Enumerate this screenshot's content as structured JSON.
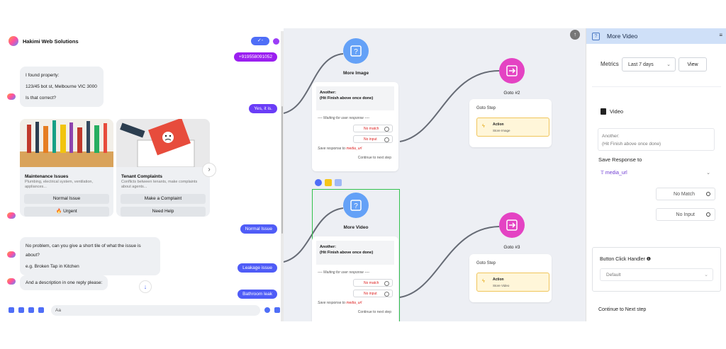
{
  "chat": {
    "title": "Hakimi Web Solutions",
    "header_button": "✓-",
    "messages": {
      "phone": "+919558091052",
      "found_1": "I found property:",
      "found_2": "123/45 bot st, Melbourne VIC 3000",
      "found_3": "Is that correct?",
      "yes": "Yes, it is.",
      "noproblem_1": "No problem, can you give a short tile of what the issue is about?",
      "noproblem_2": "e.g. Broken Tap in Kitchen",
      "normal_issue": "Normal Issue",
      "leakage": "Leakage issue",
      "description": "And a description in one reply please:",
      "bathroom": "Bathroom leak"
    },
    "cards": [
      {
        "title": "Maintenance Issues",
        "desc": "Plumbing, electrical system, ventilation, appliances...",
        "buttons": [
          "Normal Issue",
          "🔥 Urgent"
        ]
      },
      {
        "title": "Tenant Complaints",
        "desc": "Conflicts between tenants, make complaints about agents...",
        "buttons": [
          "Make a Complaint",
          "Need Help"
        ]
      }
    ],
    "composer_placeholder": "Aa"
  },
  "canvas": {
    "nodes": {
      "more_image": "More Image",
      "more_video": "More Video",
      "goto2": "Goto #2",
      "goto3": "Goto #3"
    },
    "step_card": {
      "header_1": "Another:",
      "header_2": "(Hit Finish above once done)",
      "waiting": "---- Waiting for user response ----",
      "no_match": "No match",
      "no_input": "No input",
      "save_prefix": "Save response to",
      "var_name": "media_url",
      "continue": "Continue to next step"
    },
    "goto_card": {
      "title": "Goto Step",
      "action": "Action",
      "store_image": "Store Image",
      "store_video": "Store Video"
    }
  },
  "panel": {
    "title": "More Video",
    "metrics_label": "Metrics",
    "metrics_value": "Last 7 days",
    "view_button": "View",
    "video_label": "Video",
    "note_1": "Another:",
    "note_2": "(Hit Finish above once done)",
    "save_label": "Save Response to",
    "var_value": "media_url",
    "no_match": "No Match",
    "no_input": "No Input",
    "click_handler": "Button Click Handler",
    "default_option": "Default",
    "continue": "Continue to Next step"
  },
  "colors": {
    "accent_blue": "#4f6ef7",
    "node_blue": "#64a1f7",
    "node_pink": "#e443c3",
    "selection_green": "#32c24d",
    "panel_header": "#cfe0f8"
  }
}
